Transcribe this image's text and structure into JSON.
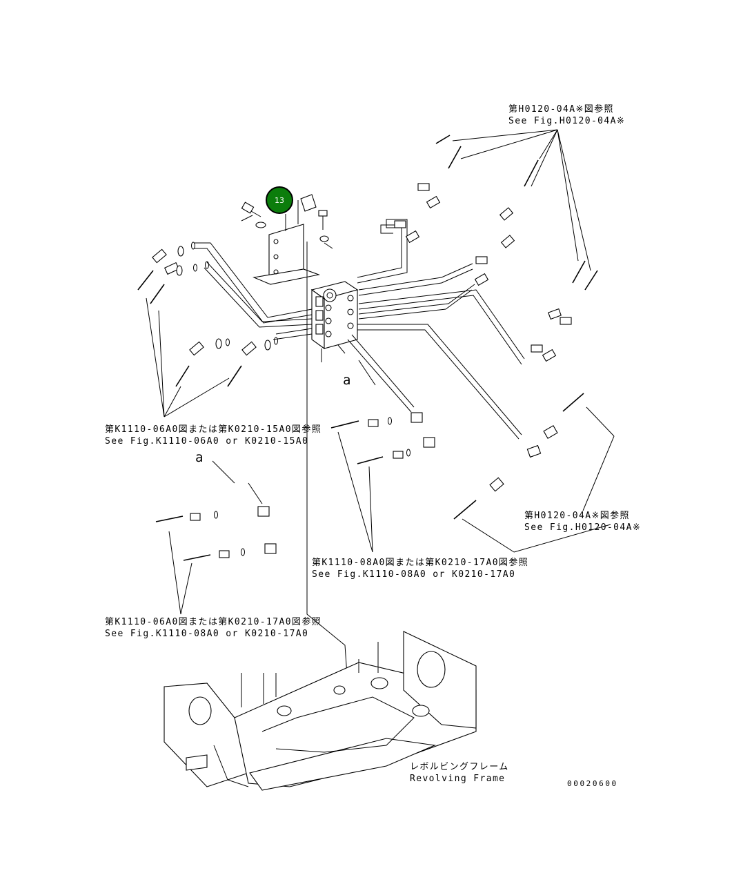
{
  "callout": {
    "number": "13",
    "color": "#0b7d0b"
  },
  "references": {
    "top_right_jp": "第H0120-04A※図参照",
    "top_right_en": "See Fig.H0120-04A※",
    "left_mid_jp": "第K1110-06A0図または第K0210-15A0図参照",
    "left_mid_en": "See Fig.K1110-06A0 or K0210-15A0",
    "center_jp": "第K1110-08A0図または第K0210-17A0図参照",
    "center_en": "See Fig.K1110-08A0 or K0210-17A0",
    "bottom_right_jp": "第H0120-04A※図参照",
    "bottom_right_en": "See Fig.H0120-04A※",
    "lower_left_jp": "第K1110-06A0図または第K0210-17A0図参照",
    "lower_left_en": "See Fig.K1110-08A0 or K0210-17A0"
  },
  "view_markers": {
    "detail_a_upper": "a",
    "detail_a_lower": "a"
  },
  "frame_label": {
    "jp": "レボルビングフレーム",
    "en": "Revolving Frame"
  },
  "drawing_number": "00020600",
  "icons": [
    "bolt-icon",
    "washer-icon",
    "o-ring-icon",
    "elbow-fitting-icon",
    "hose-icon",
    "swivel-joint-icon",
    "bracket-icon"
  ]
}
